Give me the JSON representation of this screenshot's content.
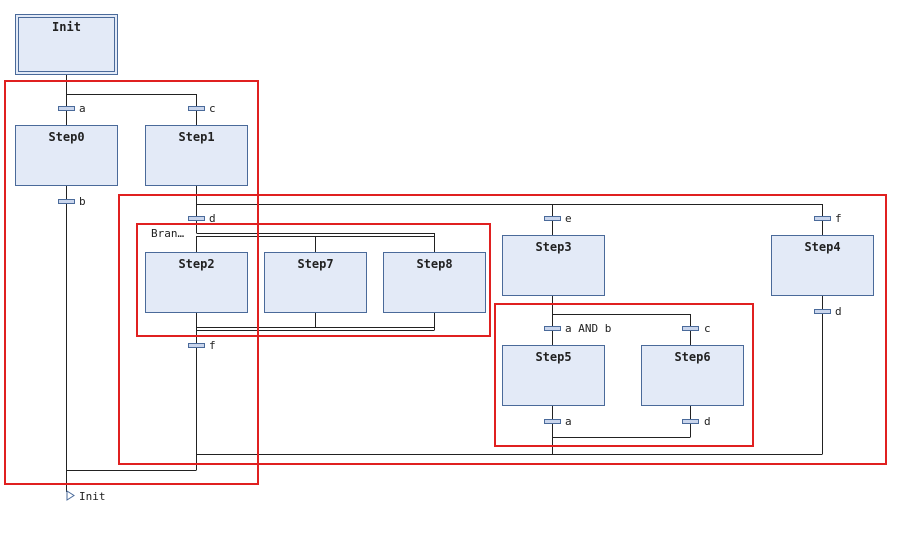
{
  "diagram": {
    "initial_step": "Init",
    "steps": [
      "Step0",
      "Step1",
      "Step2",
      "Step7",
      "Step8",
      "Step3",
      "Step4",
      "Step5",
      "Step6"
    ],
    "transitions": {
      "t_a": "a",
      "t_c": "c",
      "t_b": "b",
      "t_d1": "d",
      "t_e": "e",
      "t_f1": "f",
      "t_f2": "f",
      "t_d2": "d",
      "t_ab": "a AND b",
      "t_c2": "c",
      "t_a2": "a",
      "t_d3": "d"
    },
    "branch_label": "Bran…",
    "jump_target": "Init"
  },
  "colors": {
    "step_fill": "#e3eaf7",
    "step_border": "#4a6a9a",
    "line": "#222222",
    "highlight": "#e02020",
    "transition_fill": "#c9d5ec"
  }
}
